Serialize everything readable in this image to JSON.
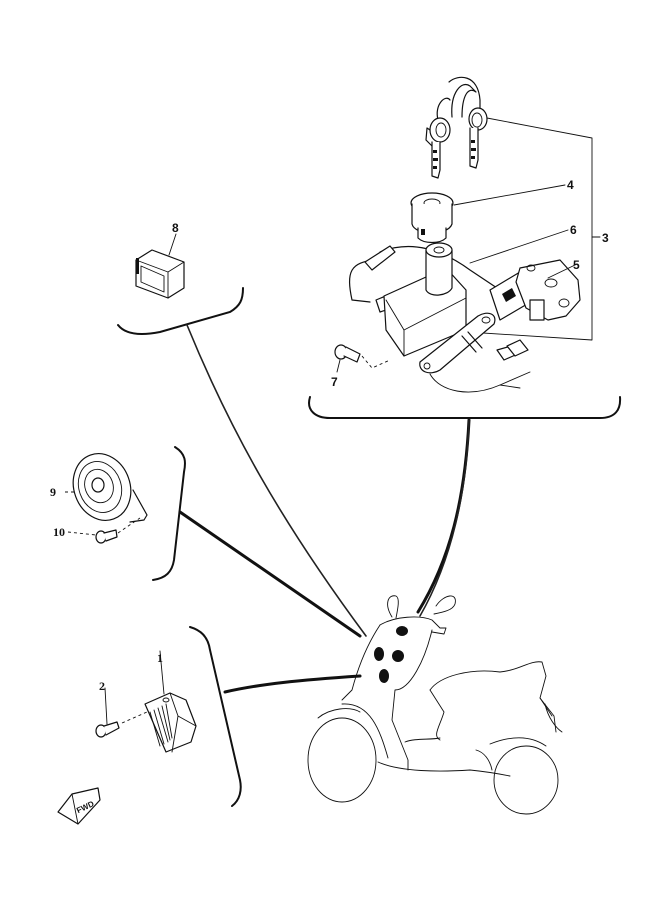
{
  "diagram": {
    "title": "Electrical parts exploded view",
    "direction_marker": "FWD",
    "callouts": [
      {
        "id": "1",
        "label": "1",
        "part": "rectifier-regulator"
      },
      {
        "id": "2",
        "label": "2",
        "part": "bolt"
      },
      {
        "id": "3",
        "label": "3",
        "part": "main-switch-assembly"
      },
      {
        "id": "4",
        "label": "4",
        "part": "seat-lock-cylinder"
      },
      {
        "id": "5",
        "label": "5",
        "part": "lock-plate"
      },
      {
        "id": "6",
        "label": "6",
        "part": "cable"
      },
      {
        "id": "7",
        "label": "7",
        "part": "bolt"
      },
      {
        "id": "8",
        "label": "8",
        "part": "relay"
      },
      {
        "id": "9",
        "label": "9",
        "part": "horn"
      },
      {
        "id": "10",
        "label": "10",
        "part": "bolt"
      }
    ],
    "groups": [
      {
        "name": "main-switch-group",
        "parts": [
          "3",
          "4",
          "5",
          "6",
          "7"
        ]
      },
      {
        "name": "relay-group",
        "parts": [
          "8"
        ]
      },
      {
        "name": "horn-group",
        "parts": [
          "9",
          "10"
        ]
      },
      {
        "name": "rectifier-group",
        "parts": [
          "1",
          "2"
        ]
      }
    ],
    "vehicle": "scooter-outline"
  }
}
